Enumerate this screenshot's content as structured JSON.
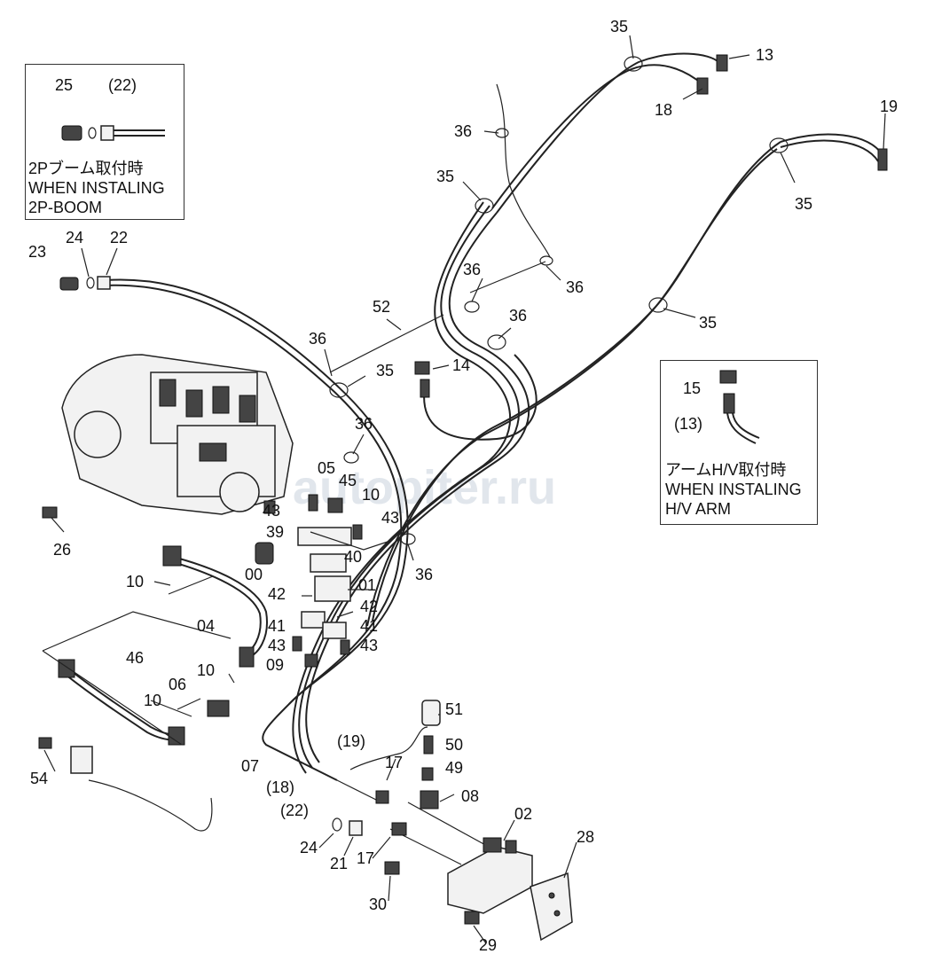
{
  "inset_boom": {
    "labels": [
      "2Pブーム取付時",
      "WHEN INSTALING",
      "2P-BOOM"
    ],
    "parts": [
      "25",
      "(22)"
    ]
  },
  "inset_arm": {
    "labels": [
      "アームH/V取付時",
      "WHEN INSTALING",
      "H/V ARM"
    ],
    "parts": [
      "15",
      "(13)"
    ]
  },
  "watermark": "autopiter.ru",
  "callouts": {
    "c35a": "35",
    "c13": "13",
    "c18": "18",
    "c19": "19",
    "c36a": "36",
    "c35b": "35",
    "c35c": "35",
    "c23": "23",
    "c24a": "24",
    "c22": "22",
    "c36b": "36",
    "c36c": "36",
    "c52": "52",
    "c36d": "36",
    "c35d": "35",
    "c36e": "36",
    "c35e": "35",
    "c14": "14",
    "c36f": "36",
    "c05": "05",
    "c45": "45",
    "c10a": "10",
    "c43a": "43",
    "c43b": "43",
    "c39": "39",
    "c40": "40",
    "c36g": "36",
    "c26": "26",
    "c00": "00",
    "c10b": "10",
    "c01": "01",
    "c42a": "42",
    "c42b": "42",
    "c04": "04",
    "c41a": "41",
    "c41b": "41",
    "c43c": "43",
    "c43d": "43",
    "c09": "09",
    "c46": "46",
    "c10c": "10",
    "c06": "06",
    "c10d": "10",
    "c51": "51",
    "c19b": "(19)",
    "c50": "50",
    "c17a": "17",
    "c49": "49",
    "c07": "07",
    "c18b": "(18)",
    "c08": "08",
    "c22b": "(22)",
    "c54": "54",
    "c02": "02",
    "c28": "28",
    "c24b": "24",
    "c21": "21",
    "c17b": "17",
    "c30": "30",
    "c29": "29"
  }
}
